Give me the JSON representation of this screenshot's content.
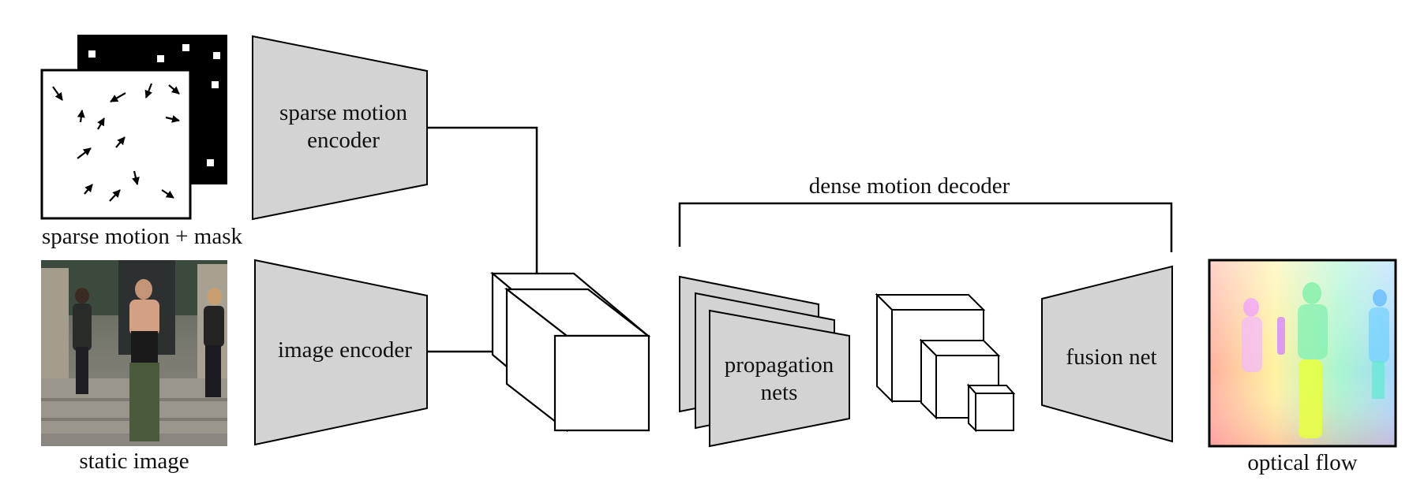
{
  "labels": {
    "sparse_motion_mask": "sparse motion + mask",
    "static_image": "static image",
    "sparse_encoder_line1": "sparse motion",
    "sparse_encoder_line2": "encoder",
    "image_encoder": "image encoder",
    "dense_motion_decoder": "dense motion decoder",
    "propagation_line1": "propagation",
    "propagation_line2": "nets",
    "fusion_net": "fusion net",
    "optical_flow": "optical flow"
  },
  "colors": {
    "stroke": "#000000",
    "encoder_fill": "#d3d3d3",
    "background": "#ffffff"
  }
}
